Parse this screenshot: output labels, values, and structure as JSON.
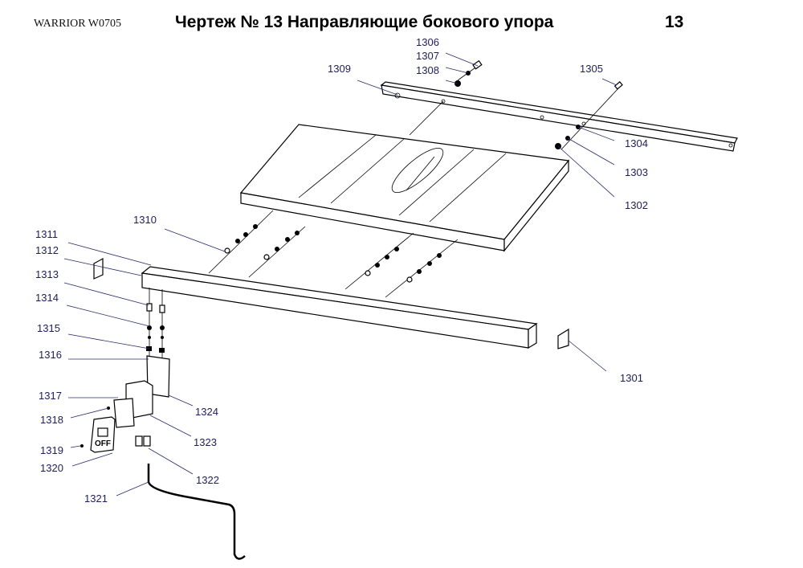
{
  "header": {
    "brand": "WARRIOR W0705",
    "title": "Чертеж № 13  Направляющие бокового упора",
    "page_number": "13"
  },
  "switch_text": "OFF",
  "parts": [
    "1301",
    "1302",
    "1303",
    "1304",
    "1305",
    "1306",
    "1307",
    "1308",
    "1309",
    "1310",
    "1311",
    "1312",
    "1313",
    "1314",
    "1315",
    "1316",
    "1317",
    "1318",
    "1319",
    "1320",
    "1321",
    "1322",
    "1323",
    "1324"
  ]
}
